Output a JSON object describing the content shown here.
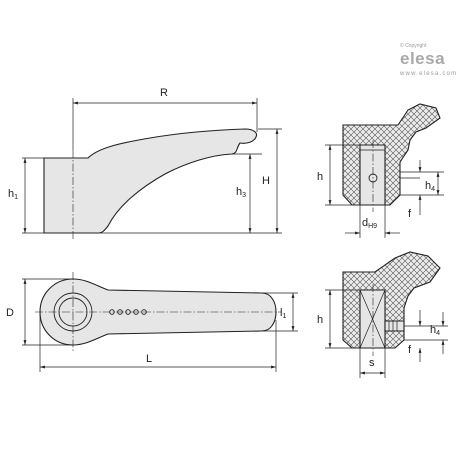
{
  "brand": {
    "copyright": "© Copyright",
    "name": "elesa",
    "url": "www.elesa.com"
  },
  "colors": {
    "part_fill": "#e6e6e6",
    "outline": "#222222",
    "brand_grey": "#a9a9a9"
  },
  "dimensions": {
    "side_view": {
      "R": "R",
      "h1": "h",
      "h1_sub": "1",
      "h3": "h",
      "h3_sub": "3",
      "H": "H"
    },
    "top_view": {
      "D": "D",
      "L": "L",
      "l1": "l",
      "l1_sub": "1"
    },
    "section_top": {
      "h": "h",
      "h4": "h",
      "h4_sub": "4",
      "f": "f",
      "d": "d",
      "d_sub": "H9"
    },
    "section_bottom": {
      "h": "h",
      "h4": "h",
      "h4_sub": "4",
      "f": "f",
      "s": "s"
    }
  }
}
